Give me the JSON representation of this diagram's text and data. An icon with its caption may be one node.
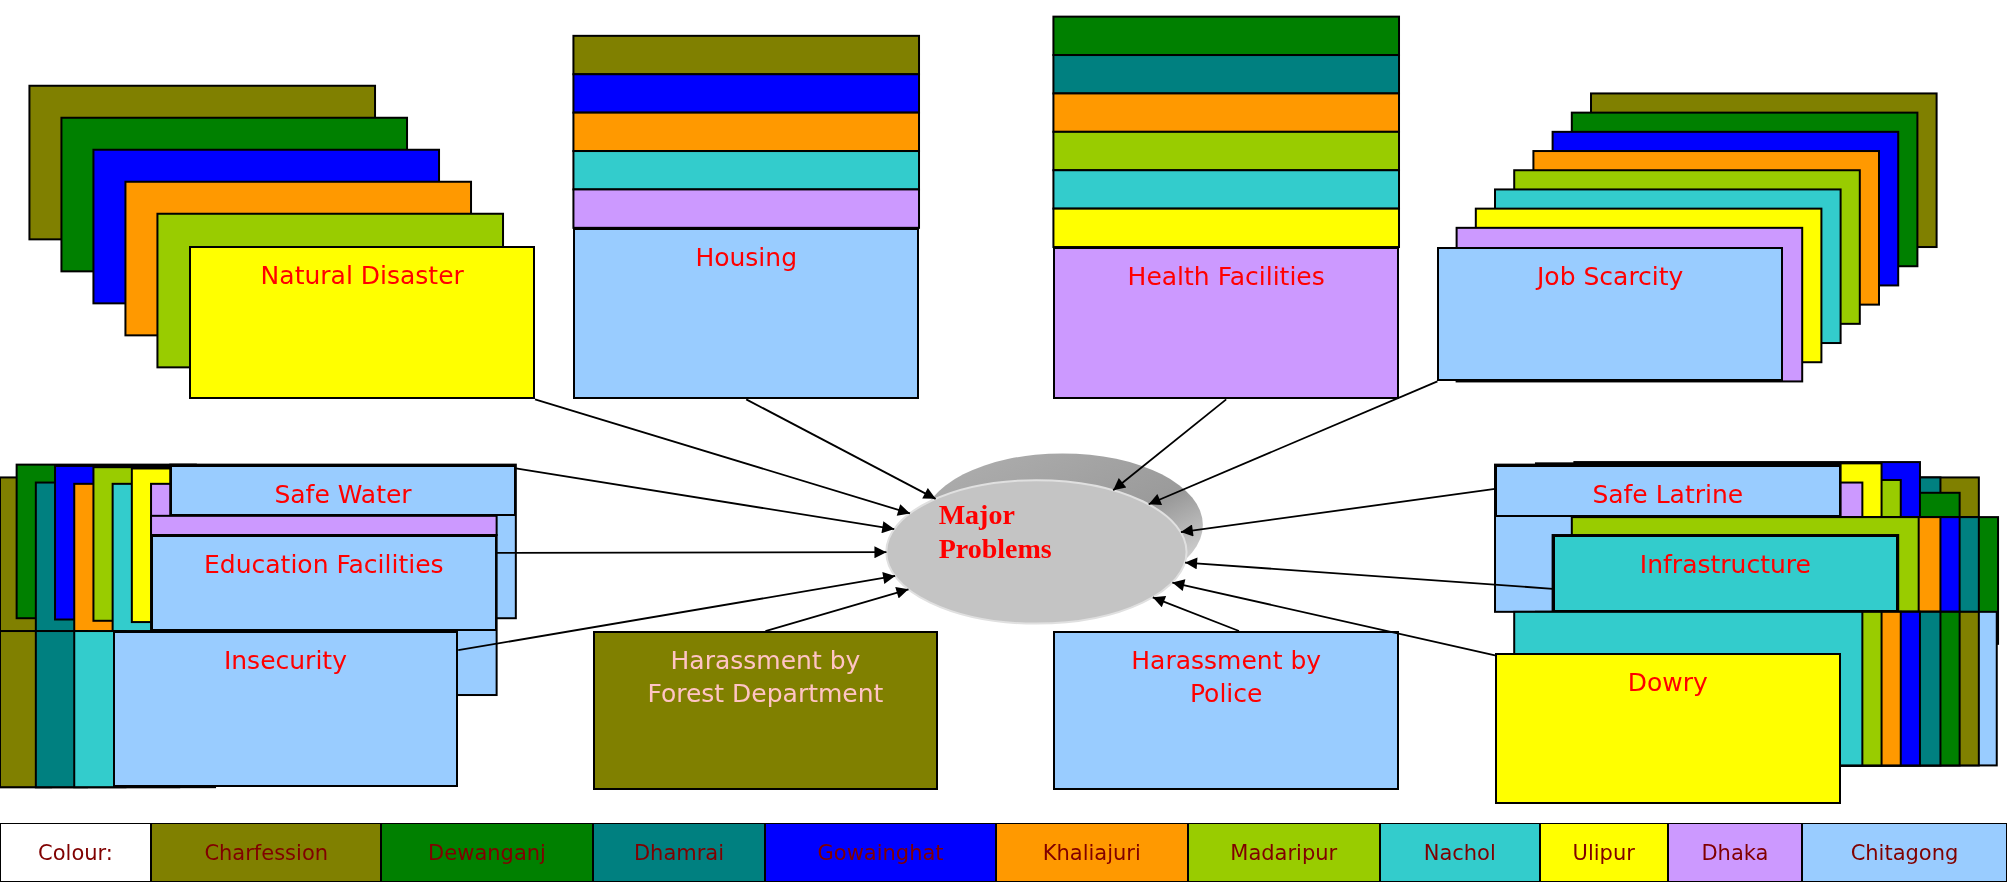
{
  "diagram": {
    "nodes": [
      {
        "text": [
          "Natural Disaster"
        ]
      },
      {
        "text": [
          "Housing"
        ]
      },
      {
        "text": [
          "Health Facilities"
        ]
      },
      {
        "text": [
          "Job Scarcity"
        ]
      },
      {
        "text": [
          "Major Problems"
        ]
      },
      {
        "text": [
          "Safe Water"
        ]
      },
      {
        "text": [
          "Education Facilities"
        ]
      },
      {
        "text": [
          "Insecurity"
        ]
      },
      {
        "text": [
          "Safe Latrine"
        ]
      },
      {
        "text": [
          "Infrastructure"
        ]
      },
      {
        "text": [
          "Harassment by Forest Department"
        ]
      },
      {
        "text": [
          "Harassment by Police"
        ]
      },
      {
        "text": [
          "Dowry"
        ]
      }
    ],
    "edges": [
      {
        "from": 0,
        "to": 4,
        "arrow": "to"
      },
      {
        "from": 1,
        "to": 4,
        "arrow": "to"
      },
      {
        "from": 2,
        "to": 4,
        "arrow": "to"
      },
      {
        "from": 3,
        "to": 4,
        "arrow": "to"
      },
      {
        "from": 5,
        "to": 4,
        "arrow": "to"
      },
      {
        "from": 6,
        "to": 4,
        "arrow": "to"
      },
      {
        "from": 7,
        "to": 4,
        "arrow": "to"
      },
      {
        "from": 8,
        "to": 4,
        "arrow": "to"
      },
      {
        "from": 9,
        "to": 4,
        "arrow": "to"
      },
      {
        "from": 10,
        "to": 4,
        "arrow": "to"
      },
      {
        "from": 11,
        "to": 4,
        "arrow": "to"
      },
      {
        "from": 12,
        "to": 4,
        "arrow": "to"
      }
    ],
    "labels": [
      "Colour:"
    ],
    "legend": [
      {
        "text": "Charfession",
        "color": "#808000"
      },
      {
        "text": "Dewanganj",
        "color": "#008000"
      },
      {
        "text": "Dhamrai",
        "color": "#008080"
      },
      {
        "text": "Gowainghat",
        "color": "#0000ff"
      },
      {
        "text": "Khaliajuri",
        "color": "#ff9900"
      },
      {
        "text": "Madaripur",
        "color": "#99cc00"
      },
      {
        "text": "Nachol",
        "color": "#33cccc"
      },
      {
        "text": "Ulipur",
        "color": "#ffff00"
      },
      {
        "text": "Dhaka",
        "color": "#cc99ff"
      },
      {
        "text": "Chitagong",
        "color": "#99ccff"
      }
    ]
  }
}
